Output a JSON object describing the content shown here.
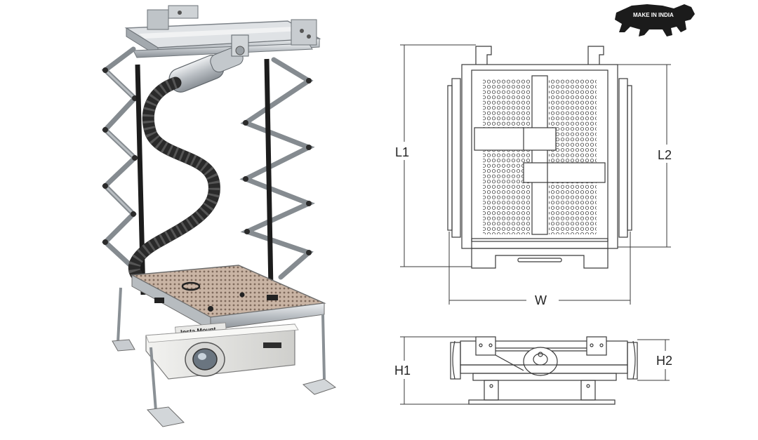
{
  "logo": {
    "text": "MAKE IN INDIA"
  },
  "product": {
    "brand_label": "Insta Mount"
  },
  "dimensions": {
    "length_1": "L1",
    "length_2": "L2",
    "width": "W",
    "height_1": "H1",
    "height_2": "H2"
  },
  "colors": {
    "frame": "#c9cdd1",
    "frame_dark": "#8f959a",
    "belt": "#1c1c1c",
    "cable_chain": "#2a2a2a",
    "projector_body": "#e4e4e2",
    "perforated_plate": "#b9a394",
    "drawing_line": "#3a3a3a"
  }
}
